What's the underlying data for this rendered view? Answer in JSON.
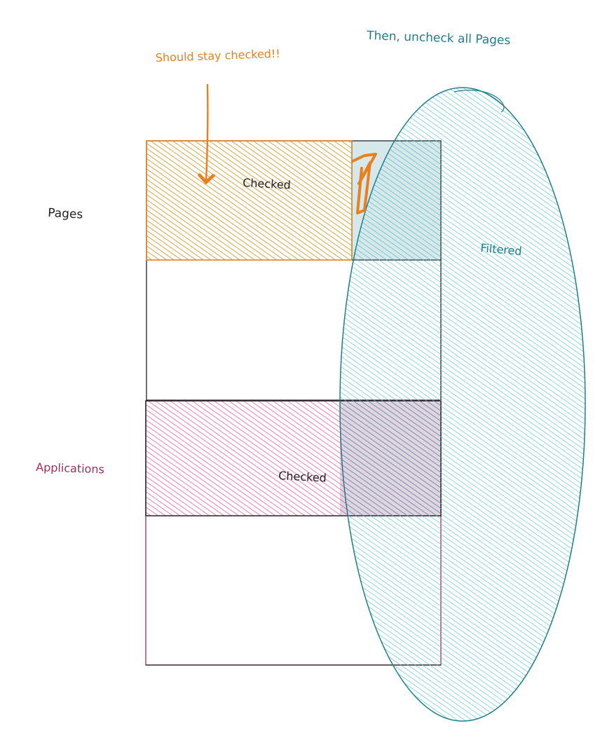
{
  "labels": {
    "then_note": "Then, uncheck all Pages",
    "stay_note": "Should stay checked!!",
    "pages": "Pages",
    "applications": "Applications",
    "checked_top": "Checked",
    "checked_bottom": "Checked",
    "filtered": "Filtered"
  },
  "colors": {
    "teal": "#1e7f8c",
    "teal_fill": "#5cc4d0",
    "orange": "#e8801f",
    "orange_fill": "#d6ad55",
    "pink": "#9c2f58",
    "pink_fill": "#f08ab1",
    "outline": "#222222"
  }
}
